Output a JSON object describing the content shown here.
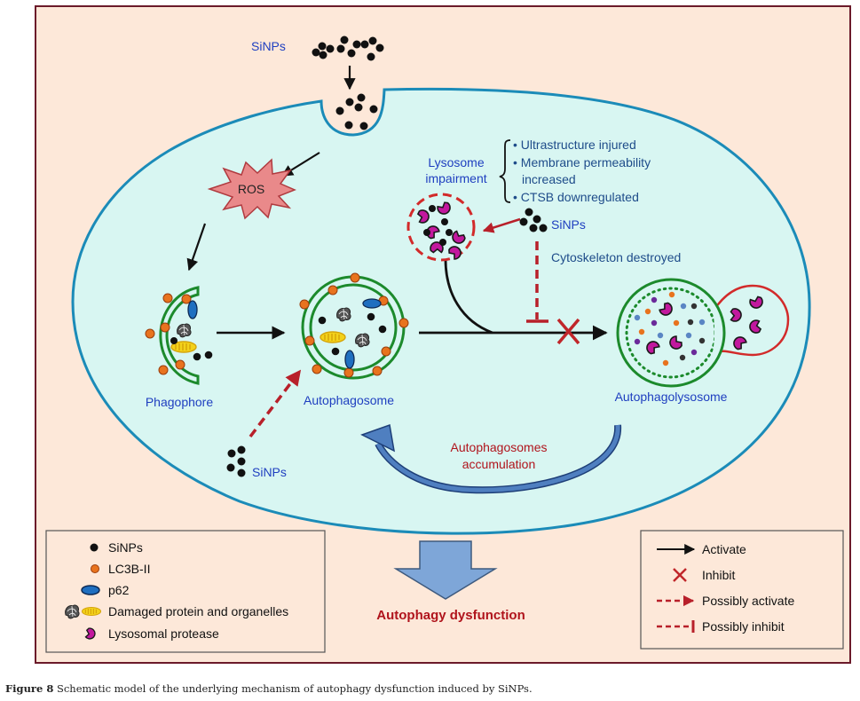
{
  "figure": {
    "caption_label": "Figure 8",
    "caption_text": " Schematic model of the underlying mechanism of autophagy dysfunction induced by SiNPs."
  },
  "labels": {
    "sinps_top": "SiNPs",
    "ros": "ROS",
    "lysosome_impairment_line1": "Lysosome",
    "lysosome_impairment_line2": "impairment",
    "impairment_points": [
      "• Ultrastructure injured",
      "• Membrane permeability",
      "increased",
      "• CTSB downregulated"
    ],
    "sinps_right": "SiNPs",
    "cytoskeleton": "Cytoskeleton destroyed",
    "phagophore": "Phagophore",
    "autophagosome": "Autophagosome",
    "autophagolysosome": "Autophagolysosome",
    "sinps_bottom": "SiNPs",
    "accumulation_line1": "Autophagosomes",
    "accumulation_line2": "accumulation",
    "outcome": "Autophagy dysfunction"
  },
  "legend_components": {
    "items": [
      {
        "icon": "black-dot",
        "label": "SiNPs"
      },
      {
        "icon": "orange-dot",
        "label": "LC3B-II"
      },
      {
        "icon": "blue-ellipse",
        "label": "p62"
      },
      {
        "icon": "protein-and-mitochondrion",
        "label": "Damaged protein and organelles"
      },
      {
        "icon": "magenta-crescent",
        "label": "Lysosomal protease"
      }
    ]
  },
  "legend_arrows": {
    "items": [
      {
        "icon": "solid-arrow",
        "label": "Activate"
      },
      {
        "icon": "red-x",
        "label": "Inhibit"
      },
      {
        "icon": "dashed-arrow",
        "label": "Possibly activate"
      },
      {
        "icon": "dashed-inhibit",
        "label": "Possibly inhibit"
      }
    ]
  },
  "colors": {
    "frame_border": "#6b1a2a",
    "frame_fill": "#fde8d9",
    "cell_fill": "#d8f6f2",
    "cell_membrane": "#1b8bb8",
    "label_blue": "#1f3fc0",
    "label_darkblue": "#1e4c8a",
    "label_red": "#b0141c",
    "membrane_green": "#1c8a2c",
    "lc3_orange": "#e8731e",
    "p62_blue": "#1f6fc0",
    "protease_magenta": "#c2189e",
    "inhibit_red": "#c0262a",
    "big_arrow_blue": "#7ea6d8"
  }
}
